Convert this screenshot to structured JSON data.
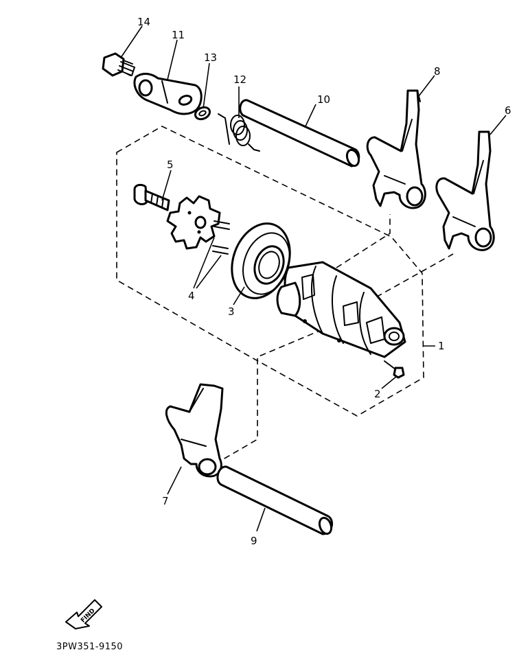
{
  "parts": {
    "p1": "1",
    "p2": "2",
    "p3": "3",
    "p4": "4",
    "p5": "5",
    "p6": "6",
    "p7": "7",
    "p8": "8",
    "p9": "9",
    "p10": "10",
    "p11": "11",
    "p12": "12",
    "p13": "13",
    "p14": "14"
  },
  "find_label": "FIND",
  "diagram_code": "3PW351-9150"
}
